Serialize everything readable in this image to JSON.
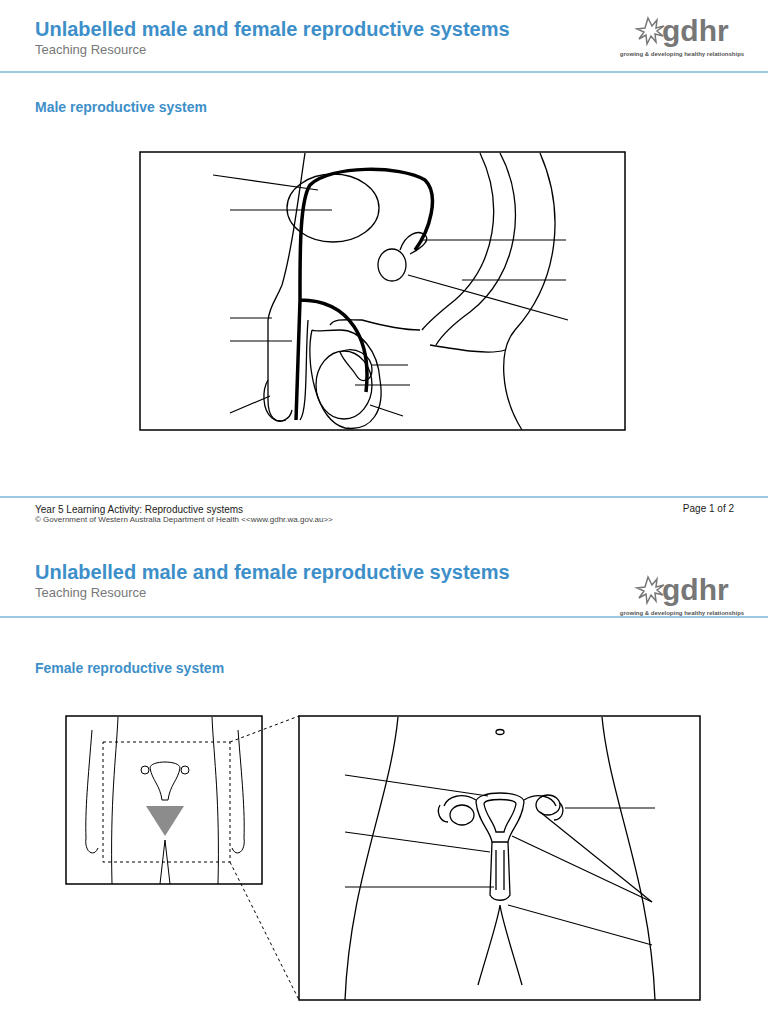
{
  "diagram": {
    "title": "Unlabelled male and female reproductive systems",
    "labels": [
      "Teaching Resource",
      "gdhr",
      "growing & developing healthy relationships",
      "Male reproductive system",
      "Year 5 Learning Activity: Reproductive systems",
      "© Government of Western Australia Department of Health <<www.gdhr.wa.gov.au>>",
      "Page 1 of 2",
      "Unlabelled male and female reproductive systems",
      "Teaching Resource",
      "gdhr",
      "growing & developing healthy relationships",
      "Female reproductive system"
    ]
  }
}
